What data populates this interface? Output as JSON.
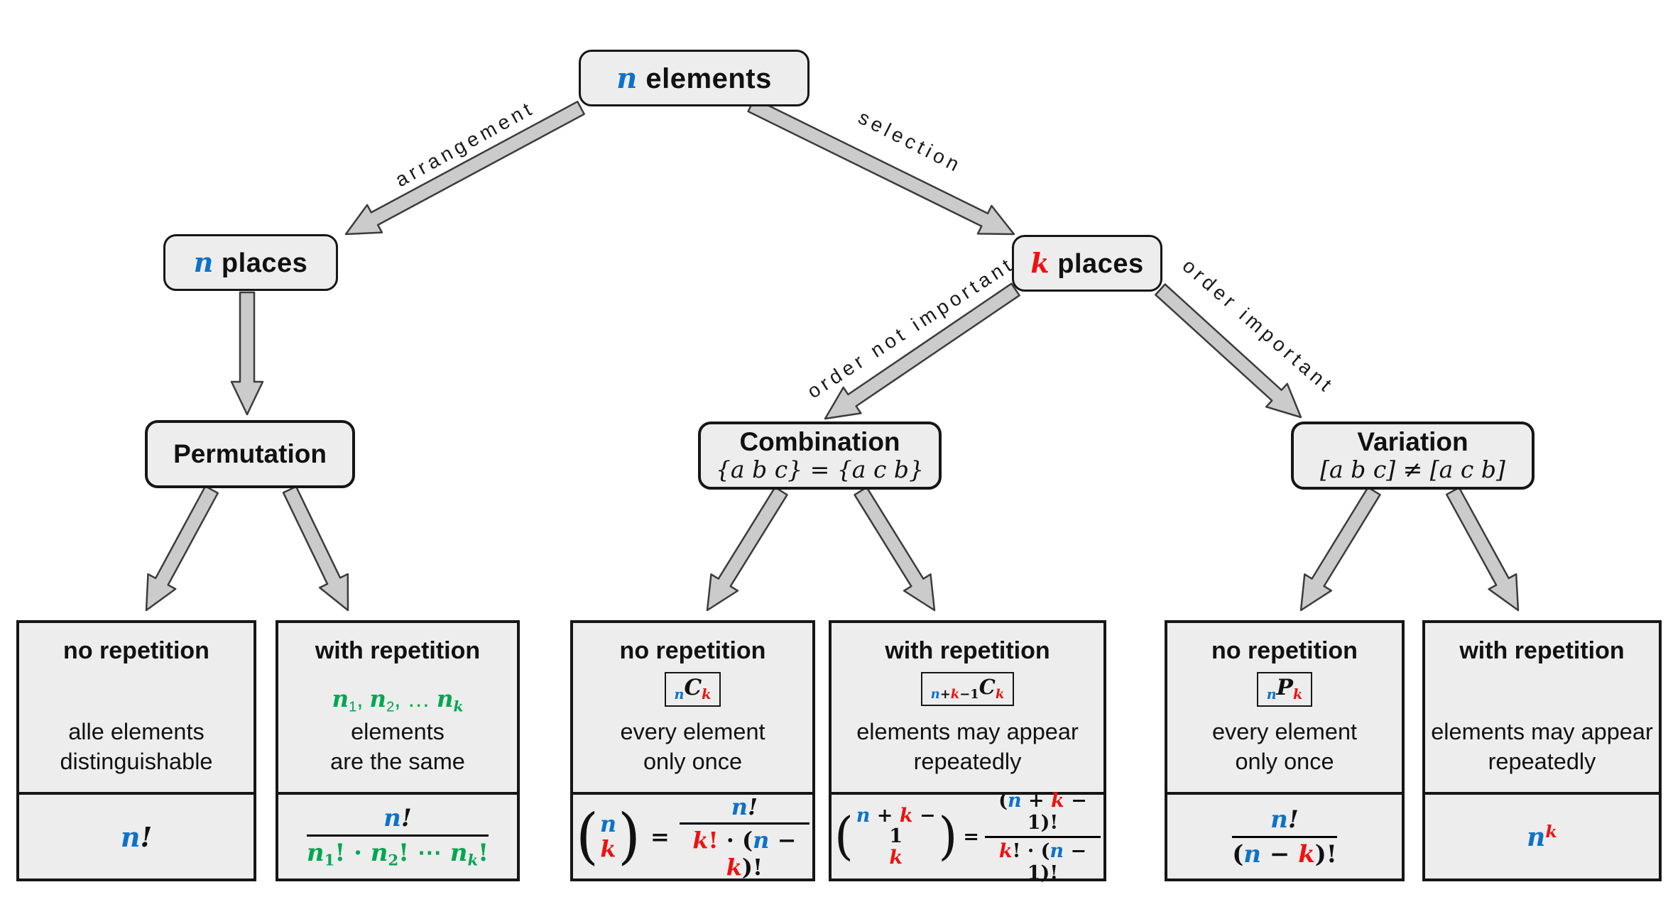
{
  "colors": {
    "blue": "#0D72C8",
    "red": "#EE1111",
    "green": "#00A651",
    "box_fill": "#EDEDED",
    "arrow_fill": "#CBCBCB",
    "arrow_stroke": "#3C3C3C"
  },
  "nodes": {
    "root": {
      "tokens": [
        {
          "t": "n",
          "c": "blue",
          "m": 1
        },
        {
          "t": " elements"
        }
      ]
    },
    "n_places": {
      "tokens": [
        {
          "t": "n",
          "c": "blue",
          "m": 1
        },
        {
          "t": " places"
        }
      ]
    },
    "k_places": {
      "tokens": [
        {
          "t": "k",
          "c": "red",
          "m": 1
        },
        {
          "t": " places"
        }
      ]
    },
    "permutation": {
      "title": "Permutation"
    },
    "combination": {
      "title": "Combination",
      "subtitle_tokens": [
        {
          "t": "{a b c} = {a c b}",
          "m": 1
        }
      ]
    },
    "variation": {
      "title": "Variation",
      "subtitle_tokens": [
        {
          "t": "[a b c] ≠ [a c b]",
          "m": 1
        }
      ]
    }
  },
  "edge_labels": {
    "arrangement": "arrangement",
    "selection": "selection",
    "order_not_important": "order not important",
    "order_important": "order important"
  },
  "leaves": [
    {
      "title": "no repetition",
      "badge": null,
      "desc": [
        [
          {
            "t": "alle elements"
          }
        ],
        [
          {
            "t": "distinguishable"
          }
        ]
      ],
      "formula": {
        "kind": "simple",
        "tokens": [
          {
            "t": "n",
            "c": "blue",
            "m": 1
          },
          {
            "t": "!",
            "m": 1
          }
        ]
      }
    },
    {
      "title": "with repetition",
      "badge": null,
      "desc": [
        [
          {
            "t": "n",
            "c": "green",
            "m": 1
          },
          {
            "t": "1",
            "c": "green",
            "sub": 1
          },
          {
            "t": ", ",
            "c": "green"
          },
          {
            "t": "n",
            "c": "green",
            "m": 1
          },
          {
            "t": "2",
            "c": "green",
            "sub": 1
          },
          {
            "t": ", … ",
            "c": "green"
          },
          {
            "t": "n",
            "c": "green",
            "m": 1
          },
          {
            "t": "k",
            "c": "green",
            "m": 1,
            "sub": 1
          },
          {
            "t": " elements"
          }
        ],
        [
          {
            "t": "are the same"
          }
        ]
      ],
      "formula": {
        "kind": "frac",
        "num": [
          {
            "t": "n",
            "c": "blue",
            "m": 1
          },
          {
            "t": "!",
            "m": 1
          }
        ],
        "den": [
          {
            "t": "n",
            "c": "green",
            "m": 1
          },
          {
            "t": "1",
            "c": "green",
            "sub": 1
          },
          {
            "t": "! · ",
            "c": "green",
            "m": 0
          },
          {
            "t": "n",
            "c": "green",
            "m": 1
          },
          {
            "t": "2",
            "c": "green",
            "sub": 1
          },
          {
            "t": "! ⋯ ",
            "c": "green",
            "m": 0
          },
          {
            "t": "n",
            "c": "green",
            "m": 1
          },
          {
            "t": "k",
            "c": "green",
            "m": 1,
            "sub": 1
          },
          {
            "t": "!",
            "c": "green"
          }
        ]
      }
    },
    {
      "title": "no repetition",
      "badge": {
        "tokens": [
          {
            "t": "n",
            "c": "blue",
            "m": 1,
            "sub": 1
          },
          {
            "t": "C",
            "m": 1
          },
          {
            "t": "k",
            "c": "red",
            "m": 1,
            "sub": 1
          }
        ]
      },
      "desc": [
        [
          {
            "t": "every element"
          }
        ],
        [
          {
            "t": "only once"
          }
        ]
      ],
      "formula": {
        "kind": "binom",
        "open": "(",
        "close": ")",
        "eq": "=",
        "top": [
          {
            "t": "n",
            "c": "blue",
            "m": 1
          }
        ],
        "bot": [
          {
            "t": "k",
            "c": "red",
            "m": 1
          }
        ],
        "num": [
          {
            "t": "n",
            "c": "blue",
            "m": 1
          },
          {
            "t": "!",
            "m": 1
          }
        ],
        "den": [
          {
            "t": "k",
            "c": "red",
            "m": 1
          },
          {
            "t": "!",
            "c": "red"
          },
          {
            "t": " · ("
          },
          {
            "t": "n",
            "c": "blue",
            "m": 1
          },
          {
            "t": " − "
          },
          {
            "t": "k",
            "c": "red",
            "m": 1
          },
          {
            "t": ")!"
          }
        ]
      }
    },
    {
      "title": "with repetition",
      "badge": {
        "tokens": [
          {
            "t": "n",
            "c": "blue",
            "m": 1,
            "sub": 1
          },
          {
            "t": "+",
            "sub": 1
          },
          {
            "t": "k",
            "c": "red",
            "m": 1,
            "sub": 1
          },
          {
            "t": "−1",
            "sub": 1
          },
          {
            "t": "C",
            "m": 1
          },
          {
            "t": "k",
            "c": "red",
            "m": 1,
            "sub": 1
          }
        ]
      },
      "desc": [
        [
          {
            "t": "elements may appear"
          }
        ],
        [
          {
            "t": "repeatedly"
          }
        ]
      ],
      "formula": {
        "kind": "binom",
        "open": "(",
        "close": ")",
        "eq": "=",
        "top": [
          {
            "t": "n",
            "c": "blue",
            "m": 1
          },
          {
            "t": " + "
          },
          {
            "t": "k",
            "c": "red",
            "m": 1
          },
          {
            "t": " − 1"
          }
        ],
        "bot": [
          {
            "t": "k",
            "c": "red",
            "m": 1
          }
        ],
        "num": [
          {
            "t": "("
          },
          {
            "t": "n",
            "c": "blue",
            "m": 1
          },
          {
            "t": " + "
          },
          {
            "t": "k",
            "c": "red",
            "m": 1
          },
          {
            "t": " − 1"
          },
          {
            "t": ")!"
          }
        ],
        "den": [
          {
            "t": "k",
            "c": "red",
            "m": 1
          },
          {
            "t": "! · ("
          },
          {
            "t": "n",
            "c": "blue",
            "m": 1
          },
          {
            "t": " − 1)!"
          }
        ]
      }
    },
    {
      "title": "no repetition",
      "badge": {
        "tokens": [
          {
            "t": "n",
            "c": "blue",
            "m": 1,
            "sub": 1
          },
          {
            "t": "P",
            "m": 1
          },
          {
            "t": "k",
            "c": "red",
            "m": 1,
            "sub": 1
          }
        ]
      },
      "desc": [
        [
          {
            "t": "every element"
          }
        ],
        [
          {
            "t": "only once"
          }
        ]
      ],
      "formula": {
        "kind": "frac",
        "num": [
          {
            "t": "n",
            "c": "blue",
            "m": 1
          },
          {
            "t": "!",
            "m": 1
          }
        ],
        "den": [
          {
            "t": "("
          },
          {
            "t": "n",
            "c": "blue",
            "m": 1
          },
          {
            "t": " − "
          },
          {
            "t": "k",
            "c": "red",
            "m": 1
          },
          {
            "t": ")!"
          }
        ]
      }
    },
    {
      "title": "with repetition",
      "badge": null,
      "desc": [
        [
          {
            "t": "elements may appear"
          }
        ],
        [
          {
            "t": "repeatedly"
          }
        ]
      ],
      "formula": {
        "kind": "simple",
        "tokens": [
          {
            "t": "n",
            "c": "blue",
            "m": 1
          },
          {
            "t": "k",
            "c": "red",
            "m": 1,
            "sup": 1
          }
        ]
      }
    }
  ]
}
